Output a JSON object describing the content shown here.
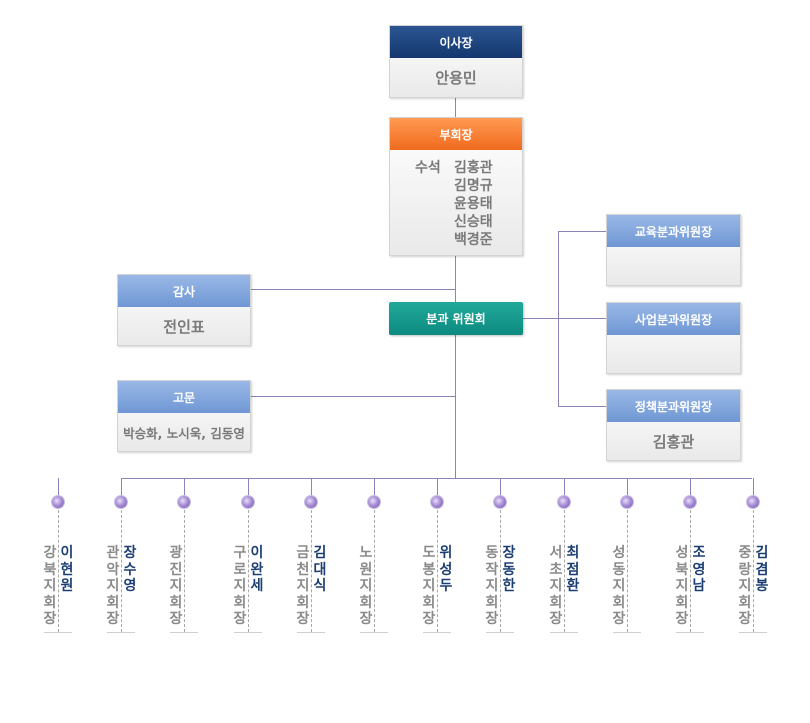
{
  "chairman": {
    "title": "이사장",
    "name": "안용민"
  },
  "vice": {
    "title": "부회장",
    "lead_label": "수석",
    "names": [
      "김홍관",
      "김명규",
      "윤용태",
      "신승태",
      "백경준"
    ]
  },
  "auditor": {
    "title": "감사",
    "name": "전인표"
  },
  "advisor": {
    "title": "고문",
    "names": "박승화, 노시욱, 김동영"
  },
  "committee": {
    "title": "분과 위원회"
  },
  "subcommittees": [
    {
      "title": "교육분과위원장",
      "name": ""
    },
    {
      "title": "사업분과위원장",
      "name": ""
    },
    {
      "title": "정책분과위원장",
      "name": "김홍관"
    }
  ],
  "branches": [
    {
      "title": "강북지회장",
      "name": "이현원"
    },
    {
      "title": "관악지회장",
      "name": "장수영"
    },
    {
      "title": "광진지회장",
      "name": ""
    },
    {
      "title": "구로지회장",
      "name": "이완세"
    },
    {
      "title": "금천지회장",
      "name": "김대식"
    },
    {
      "title": "노원지회장",
      "name": ""
    },
    {
      "title": "도봉지회장",
      "name": "위성두"
    },
    {
      "title": "동작지회장",
      "name": "장동한"
    },
    {
      "title": "서초지회장",
      "name": "최점환"
    },
    {
      "title": "성동지회장",
      "name": ""
    },
    {
      "title": "성북지회장",
      "name": "조영남"
    },
    {
      "title": "중랑지회장",
      "name": "김겸봉"
    }
  ],
  "colors": {
    "navy": "#1c3e73",
    "orange": "#f57a2c",
    "blue": "#7aa1db",
    "teal": "#14998c",
    "line": "#8a84b9"
  }
}
